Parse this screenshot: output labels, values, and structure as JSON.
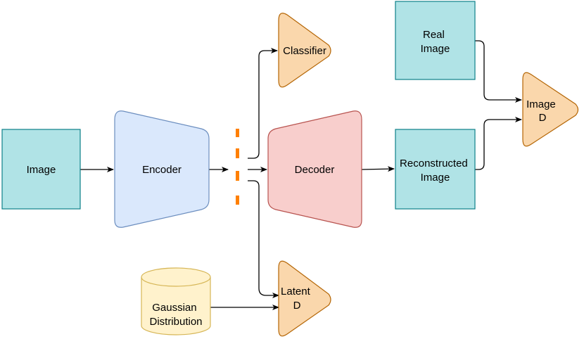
{
  "nodes": {
    "input_image": {
      "label": "Image",
      "shape": "rectangle"
    },
    "encoder": {
      "label": "Encoder",
      "shape": "trapezoid"
    },
    "decoder": {
      "label": "Decoder",
      "shape": "trapezoid"
    },
    "classifier": {
      "label": "Classifier",
      "shape": "triangle"
    },
    "real_image": {
      "line1": "Real",
      "line2": "Image",
      "shape": "rectangle"
    },
    "reconstructed_image": {
      "line1": "Reconstructed",
      "line2": "Image",
      "shape": "rectangle"
    },
    "image_d": {
      "line1": "Image",
      "line2": "D",
      "shape": "triangle"
    },
    "gaussian": {
      "line1": "Gaussian",
      "line2": "Distribution",
      "shape": "cylinder"
    },
    "latent_d": {
      "line1": "Latent",
      "line2": "D",
      "shape": "triangle"
    }
  },
  "edges": [
    {
      "from": "input_image",
      "to": "encoder"
    },
    {
      "from": "encoder",
      "to": "latent_split"
    },
    {
      "from": "latent_split",
      "to": "decoder"
    },
    {
      "from": "latent_split",
      "to": "classifier"
    },
    {
      "from": "latent_split",
      "to": "latent_d"
    },
    {
      "from": "decoder",
      "to": "reconstructed_image"
    },
    {
      "from": "real_image",
      "to": "image_d"
    },
    {
      "from": "reconstructed_image",
      "to": "image_d"
    },
    {
      "from": "gaussian",
      "to": "latent_d"
    }
  ],
  "colors": {
    "teal_fill": "#b0e3e6",
    "teal_stroke": "#0e8088",
    "encoder_fill": "#dae8fc",
    "encoder_stroke": "#6c8ebf",
    "decoder_fill": "#f8cecc",
    "decoder_stroke": "#b85450",
    "triangle_fill": "#fad7ac",
    "triangle_stroke": "#b46504",
    "cylinder_fill": "#fff2cc",
    "cylinder_stroke": "#d6b656",
    "split_marker": "#ff8000",
    "edge": "#000000"
  }
}
